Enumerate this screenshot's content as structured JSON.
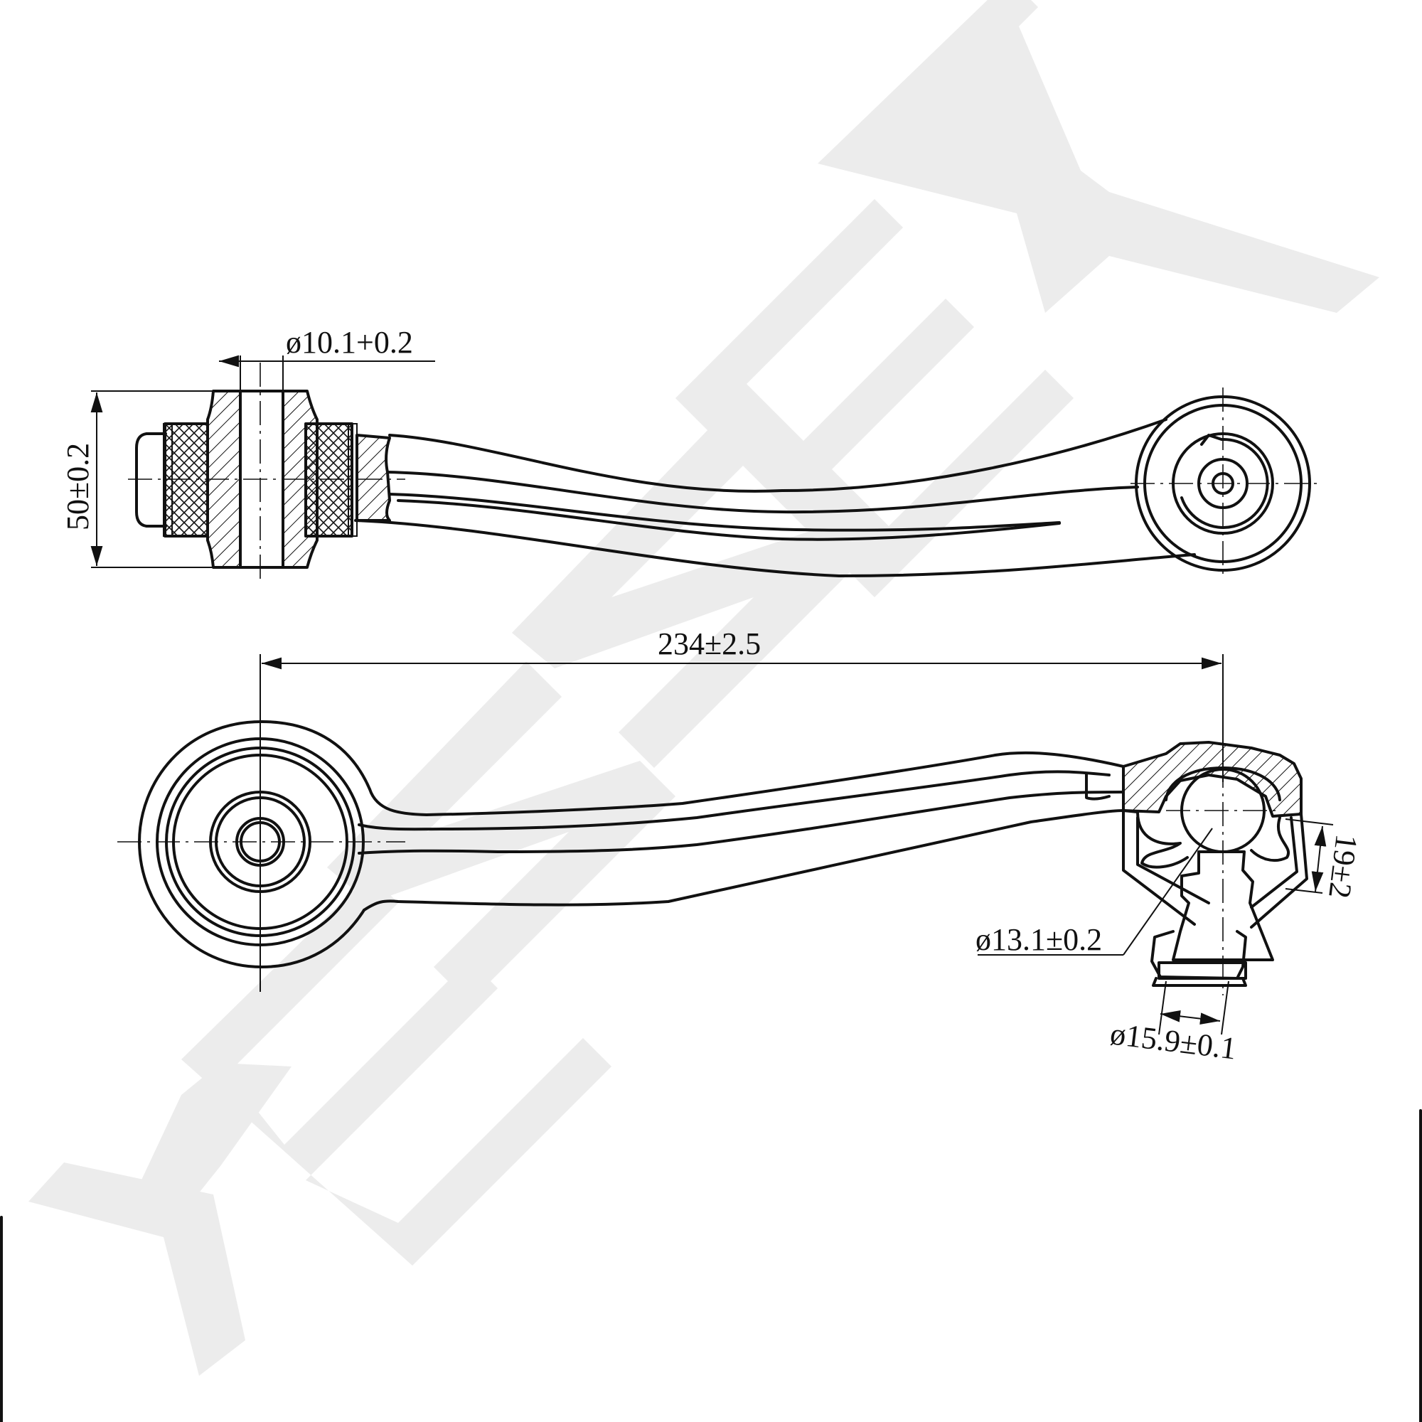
{
  "watermark": {
    "text": "ZENNEK",
    "color": "#ececec"
  },
  "dimensions": {
    "bushing_bore": "ø10.1+0.2",
    "bushing_height": "50±0.2",
    "center_distance": "234±2.5",
    "ball_stud_diameter": "ø13.1±0.2",
    "taper_diameter": "ø15.9±0.1",
    "ball_joint_height": "19±2"
  },
  "colors": {
    "line": "#111111",
    "watermark": "#ececec"
  }
}
